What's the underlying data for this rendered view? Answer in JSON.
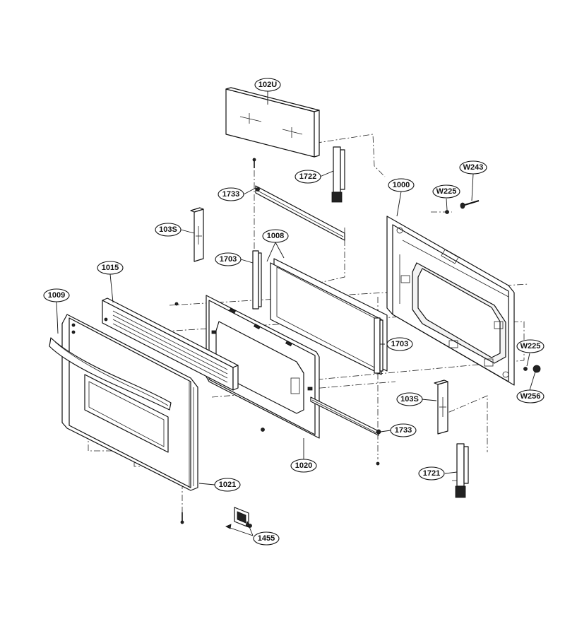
{
  "diagram": {
    "callouts": [
      {
        "id": "102U",
        "label": "102U"
      },
      {
        "id": "1722",
        "label": "1722"
      },
      {
        "id": "W243",
        "label": "W243"
      },
      {
        "id": "1000",
        "label": "1000"
      },
      {
        "id": "W225-top",
        "label": "W225"
      },
      {
        "id": "1733-top",
        "label": "1733"
      },
      {
        "id": "103S-left",
        "label": "103S"
      },
      {
        "id": "1008",
        "label": "1008"
      },
      {
        "id": "1703-left",
        "label": "1703"
      },
      {
        "id": "1015",
        "label": "1015"
      },
      {
        "id": "1009",
        "label": "1009"
      },
      {
        "id": "1703-right",
        "label": "1703"
      },
      {
        "id": "W225-right",
        "label": "W225"
      },
      {
        "id": "W256",
        "label": "W256"
      },
      {
        "id": "103S-right",
        "label": "103S"
      },
      {
        "id": "1733-bottom",
        "label": "1733"
      },
      {
        "id": "1020",
        "label": "1020"
      },
      {
        "id": "1721",
        "label": "1721"
      },
      {
        "id": "1021",
        "label": "1021"
      },
      {
        "id": "1455",
        "label": "1455"
      }
    ]
  }
}
